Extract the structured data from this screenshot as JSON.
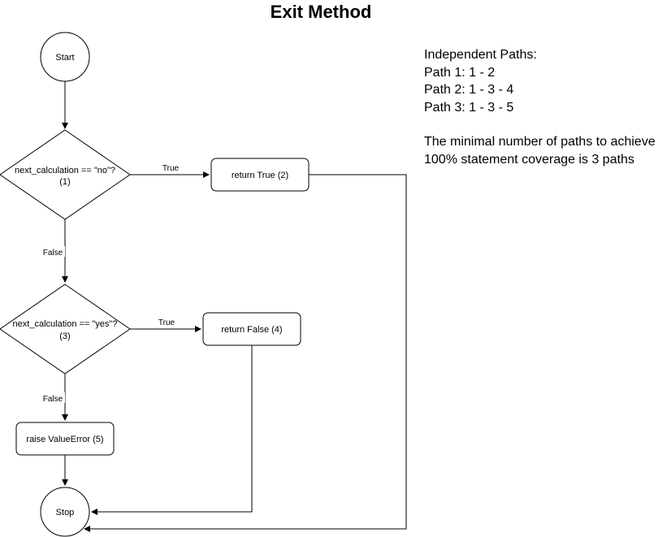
{
  "title": "Exit Method",
  "nodes": {
    "start": "Start",
    "decision1_line1": "next_calculation == \"no\"?",
    "decision1_line2": "(1)",
    "return_true": "return True (2)",
    "decision2_line1": "next_calculation == \"yes\"?",
    "decision2_line2": "(3)",
    "return_false": "return False (4)",
    "raise_error": "raise ValueError (5)",
    "stop": "Stop"
  },
  "edges": {
    "d1_true": "True",
    "d1_false": "False",
    "d2_true": "True",
    "d2_false": "False"
  },
  "notes": {
    "heading": "Independent Paths:",
    "paths": [
      "Path 1: 1 - 2",
      "Path 2: 1 - 3 - 4",
      "Path 3: 1 - 3 - 5"
    ],
    "summary": "The minimal number of paths to achieve 100% statement coverage is 3 paths"
  }
}
